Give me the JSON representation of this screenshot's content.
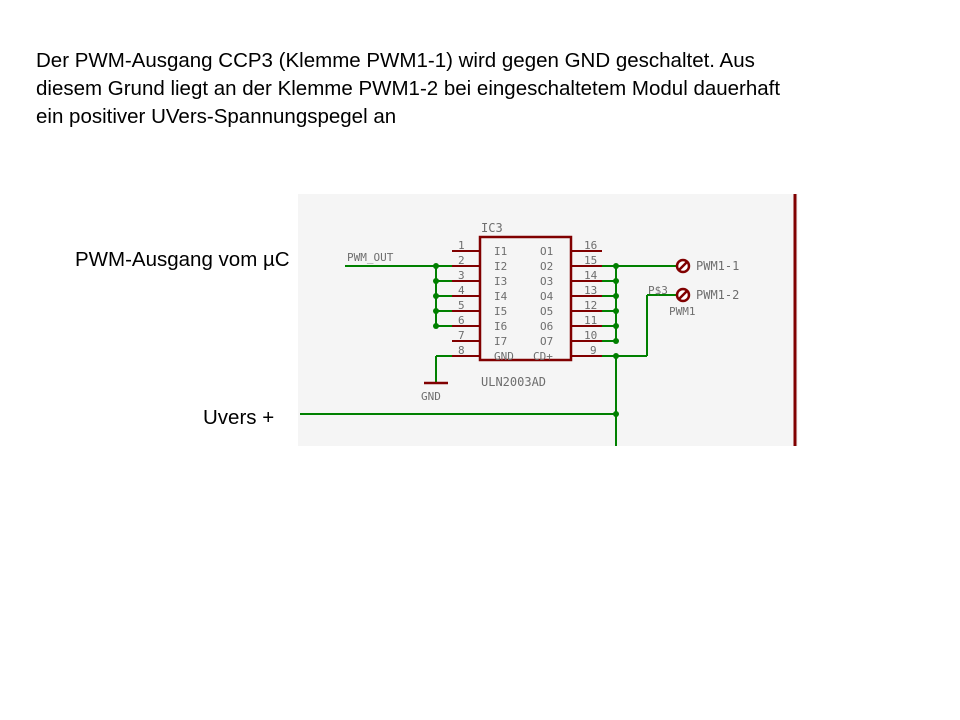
{
  "description_lines": [
    "Der PWM-Ausgang CCP3 (Klemme PWM1-1) wird gegen GND geschaltet. Aus",
    "diesem Grund liegt an der Klemme PWM1-2 bei eingeschaltetem Modul dauerhaft",
    "ein positiver UVers-Spannungspegel an"
  ],
  "labels": {
    "pwm_input": "PWM-Ausgang vom µC",
    "supply": "Uvers +"
  },
  "schematic": {
    "ic_name": "IC3",
    "ic_part": "ULN2003AD",
    "net_pwm_out": "PWM_OUT",
    "gnd_label": "GND",
    "left_pin_numbers": [
      "1",
      "2",
      "3",
      "4",
      "5",
      "6",
      "7",
      "8"
    ],
    "right_pin_numbers": [
      "16",
      "15",
      "14",
      "13",
      "12",
      "11",
      "10",
      "9"
    ],
    "left_pin_names": [
      "I1",
      "I2",
      "I3",
      "I4",
      "I5",
      "I6",
      "I7",
      "GND"
    ],
    "right_pin_names": [
      "O1",
      "O2",
      "O3",
      "O4",
      "O5",
      "O6",
      "O7",
      "CD+"
    ],
    "terminal_1": "PWM1-1",
    "terminal_2": "PWM1-2",
    "connector_name": "PWM1",
    "connector_prefix": "P$3"
  },
  "colors": {
    "wire": "#008000",
    "component": "#800000",
    "text": "#000000",
    "label_gray": "#6e6e6e",
    "canvas": "#f4f4f4"
  }
}
